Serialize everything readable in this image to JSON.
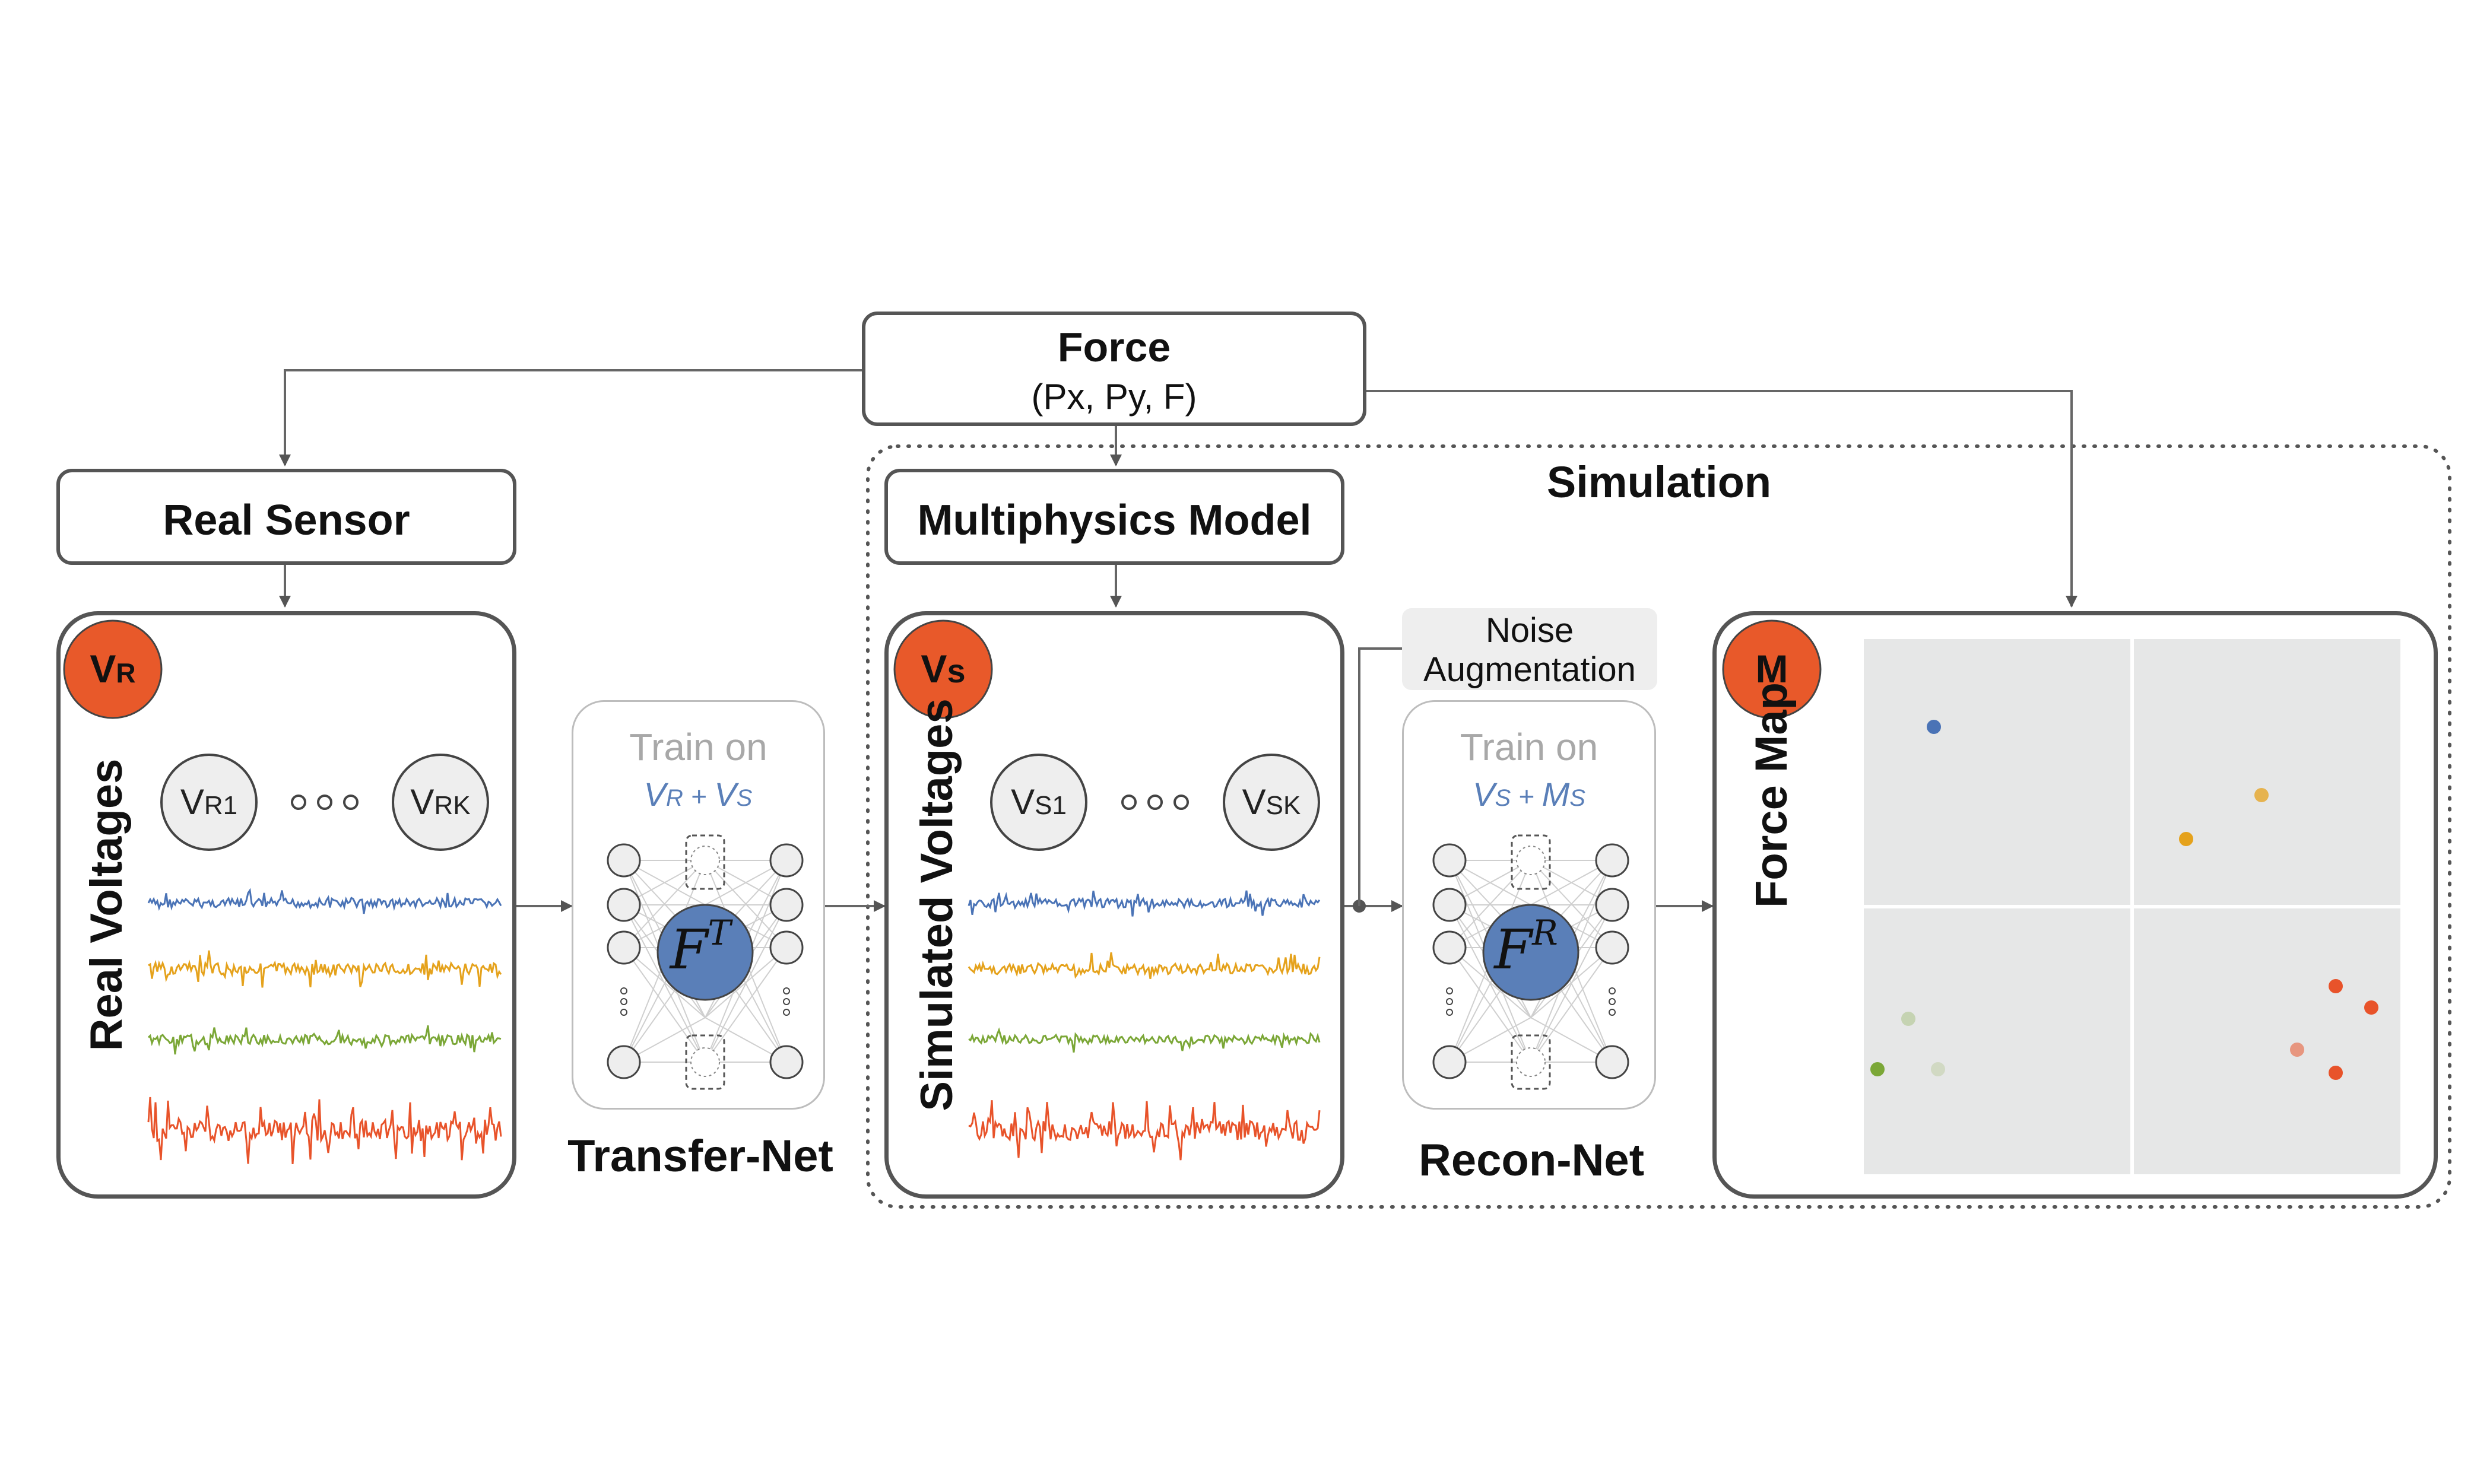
{
  "force": {
    "title": "Force",
    "subtitle": "(Px, Py, F)"
  },
  "real_sensor": {
    "title": "Real Sensor"
  },
  "multiphysics": {
    "title": "Multiphysics Model"
  },
  "simulation": {
    "title": "Simulation"
  },
  "panels": {
    "real": {
      "badge_main": "V",
      "badge_sub": "R",
      "vertical_label": "Real Voltages",
      "node_first_main": "V",
      "node_first_sub": "R1",
      "node_last_main": "V",
      "node_last_sub": "RK"
    },
    "sim": {
      "badge_main": "V",
      "badge_sub": "s",
      "vertical_label": "Simulated Voltages",
      "node_first_main": "V",
      "node_first_sub": "S1",
      "node_last_main": "V",
      "node_last_sub": "SK"
    },
    "map": {
      "badge": "M",
      "vertical_label": "Force Map"
    }
  },
  "transfer_net": {
    "train_on": "Train on",
    "formula": {
      "a_main": "V",
      "a_sub": "R",
      "op": " + ",
      "b_main": "V",
      "b_sub": "S"
    },
    "symbol_main": "F",
    "symbol_sup": "T",
    "name": "Transfer-Net"
  },
  "recon_net": {
    "train_on": "Train on",
    "formula": {
      "a_main": "V",
      "a_sub": "S",
      "op": " + ",
      "b_main": "M",
      "b_sub": "S"
    },
    "symbol_main": "F",
    "symbol_sup": "R",
    "name": "Recon-Net"
  },
  "noise": {
    "line1": "Noise",
    "line2": "Augmentation"
  },
  "colors": {
    "badge": "#e8592a",
    "net": "#5a7fb8",
    "blue": "#4a73b6",
    "orange": "#e5a21c",
    "green": "#7ba737",
    "red": "#e8532a",
    "panel_border": "#555555",
    "map_bg": "#e6e7e7"
  },
  "force_map_points": [
    {
      "color": "#4a73b6",
      "opacity": 1.0
    },
    {
      "color": "#e5a21c",
      "opacity": 0.75
    },
    {
      "color": "#e5a21c",
      "opacity": 1.0
    },
    {
      "color": "#7ba737",
      "opacity": 0.3
    },
    {
      "color": "#7ba737",
      "opacity": 1.0
    },
    {
      "color": "#7ba737",
      "opacity": 0.2
    },
    {
      "color": "#e8532a",
      "opacity": 1.0
    },
    {
      "color": "#e8532a",
      "opacity": 1.0
    },
    {
      "color": "#e8532a",
      "opacity": 0.55
    },
    {
      "color": "#e8532a",
      "opacity": 1.0
    }
  ]
}
